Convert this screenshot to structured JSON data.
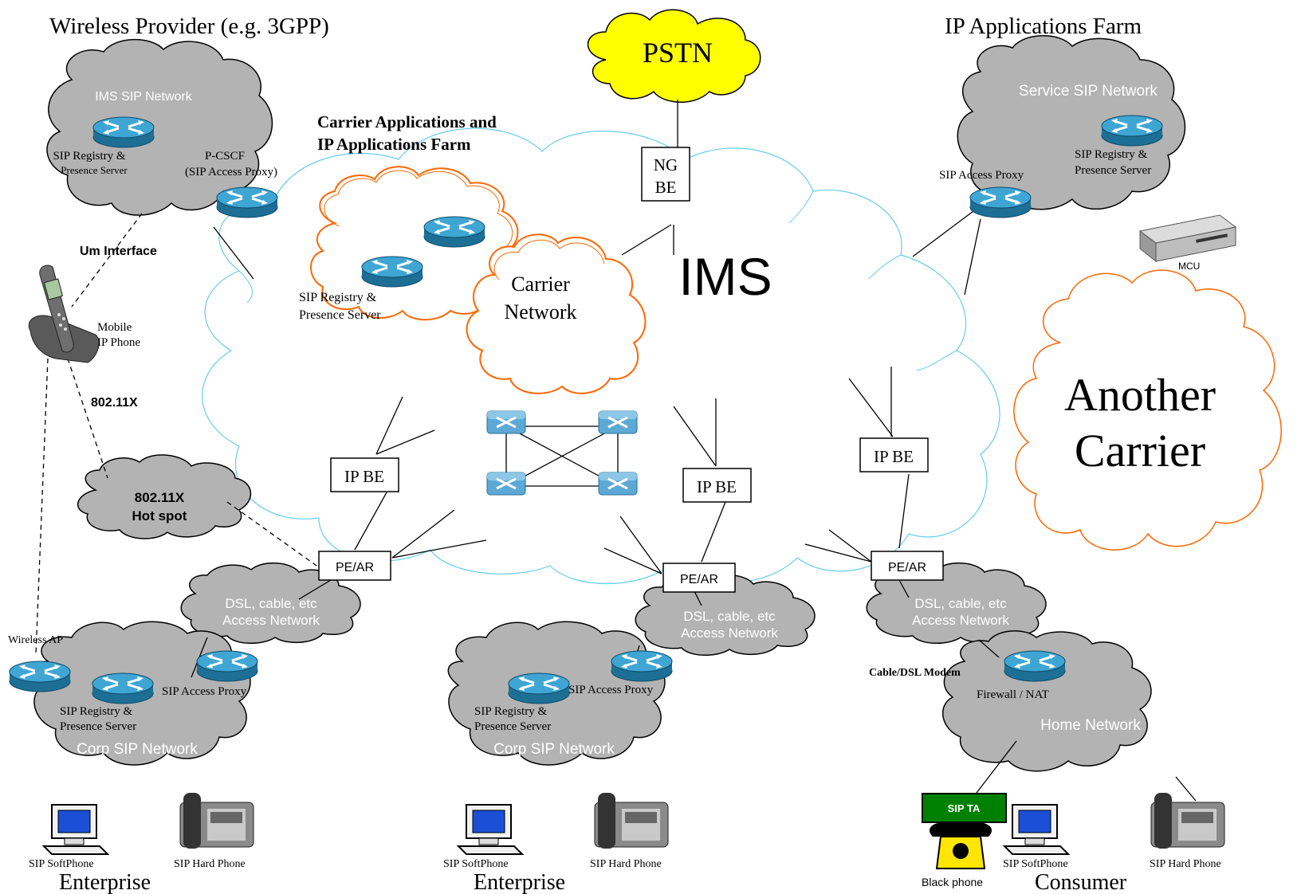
{
  "headings": {
    "wireless_provider": "Wireless Provider (e.g. 3GPP)",
    "ip_apps_farm": "IP Applications Farm",
    "carrier_apps_line1": "Carrier Applications and",
    "carrier_apps_line2": "IP Applications Farm"
  },
  "clouds": {
    "pstn": "PSTN",
    "ims": "IMS",
    "another_carrier_line1": "Another",
    "another_carrier_line2": "Carrier",
    "carrier_network_line1": "Carrier",
    "carrier_network_line2": "Network",
    "ims_sip_network": "IMS SIP Network",
    "service_sip_network": "Service SIP Network",
    "hotspot_line1": "802.11X",
    "hotspot_line2": "Hot spot",
    "access_network_line1": "DSL, cable, etc",
    "access_network_line2": "Access Network",
    "corp_sip_network": "Corp SIP Network",
    "home_network": "Home Network"
  },
  "boxes": {
    "ngbe_line1": "NG",
    "ngbe_line2": "BE",
    "ip_be": "IP BE",
    "pe_ar": "PE/AR",
    "sip_ta": "SIP TA"
  },
  "labels": {
    "sip_registry_wireless_1": "SIP Registry &",
    "sip_registry_wireless_2": "Presence Server",
    "pcscf_line1": "P-CSCF",
    "pcscf_line2": "(SIP Access Proxy)",
    "um_interface": "Um Interface",
    "mobile_ip_phone_1": "Mobile",
    "mobile_ip_phone_2": "IP Phone",
    "wifi_802": "802.11X",
    "carrier_registry_1": "SIP Registry &",
    "carrier_registry_2": "Presence Server",
    "service_registry_1": "SIP Registry &",
    "service_registry_2": "Presence Server",
    "sip_access_proxy": "SIP Access Proxy",
    "mcu": "MCU",
    "wireless_ap": "Wireless AP",
    "corp_registry_1": "SIP Registry &",
    "corp_registry_2": "Presence Server",
    "cable_dsl_modem": "Cable/DSL Modem",
    "firewall_nat": "Firewall / NAT",
    "sip_softphone": "SIP SoftPhone",
    "sip_hard_phone": "SIP Hard Phone",
    "black_phone": "Black phone",
    "enterprise": "Enterprise",
    "consumer": "Consumer"
  },
  "colors": {
    "cloud_gray": "#b3b3b3",
    "ims_outline": "#66ccee",
    "carrier_orange": "#ff6600",
    "pstn_yellow": "#ffff00",
    "router_blue": "#2d8fb8",
    "sip_ta_green": "#008000"
  }
}
